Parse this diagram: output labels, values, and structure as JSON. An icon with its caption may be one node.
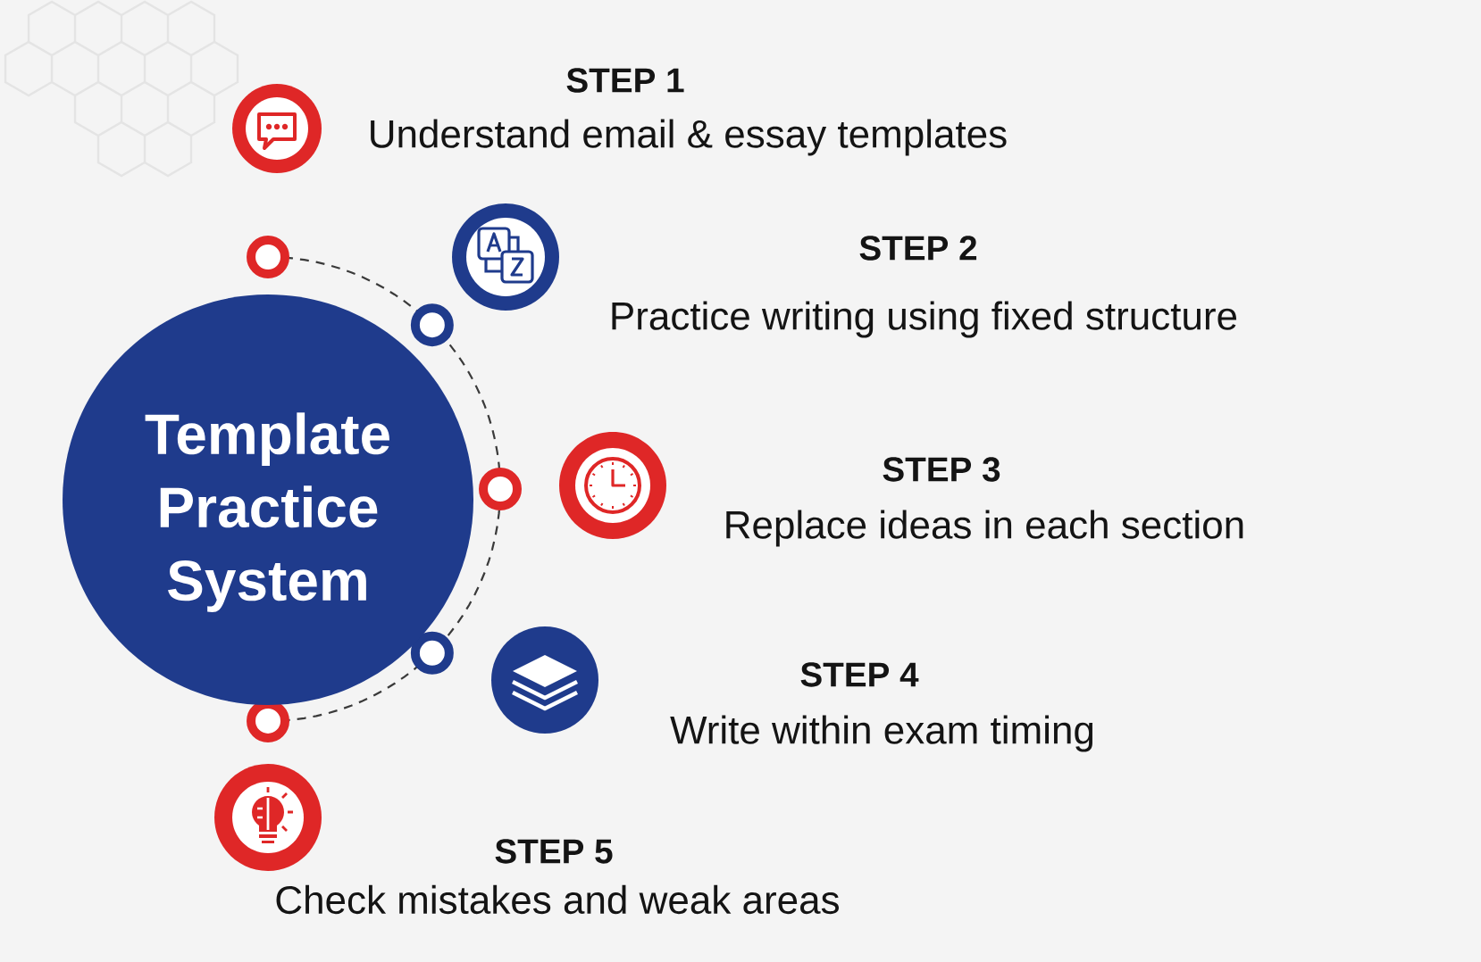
{
  "diagram": {
    "nodes": [
      {
        "text": [
          "Template Practice System"
        ]
      }
    ],
    "labels": [
      "STEP 1",
      "Understand email & essay templates",
      "STEP 2",
      "Practice writing using fixed structure",
      "STEP 3",
      "Replace ideas in each section",
      "STEP 4",
      "Write within exam timing",
      "STEP 5",
      "Check mistakes and weak areas"
    ]
  }
}
